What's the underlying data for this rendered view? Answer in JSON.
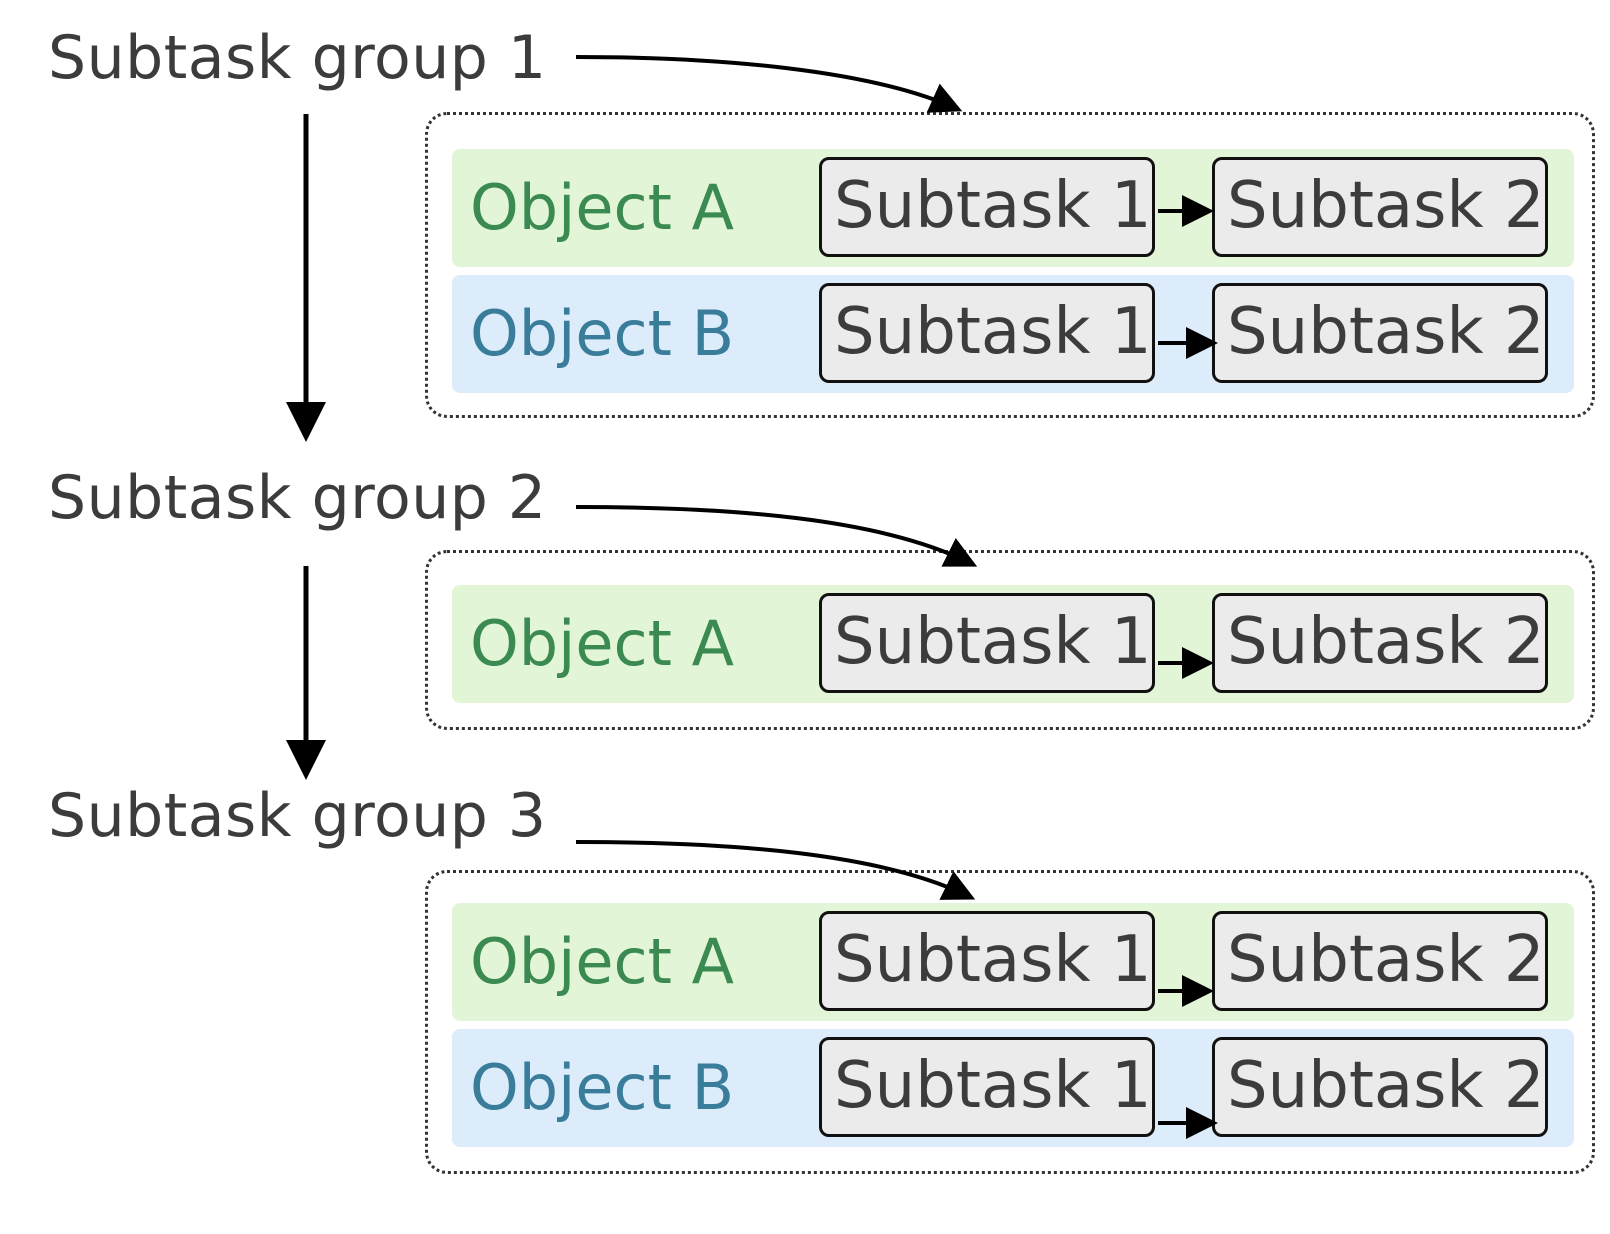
{
  "groups": [
    {
      "label": "Subtask group 1",
      "objects": [
        {
          "name": "Object A",
          "kind": "a",
          "tasks": [
            "Subtask 1",
            "Subtask 2"
          ]
        },
        {
          "name": "Object B",
          "kind": "b",
          "tasks": [
            "Subtask 1",
            "Subtask 2"
          ]
        }
      ]
    },
    {
      "label": "Subtask group 2",
      "objects": [
        {
          "name": "Object A",
          "kind": "a",
          "tasks": [
            "Subtask 1",
            "Subtask 2"
          ]
        }
      ]
    },
    {
      "label": "Subtask group 3",
      "objects": [
        {
          "name": "Object A",
          "kind": "a",
          "tasks": [
            "Subtask 1",
            "Subtask 2"
          ]
        },
        {
          "name": "Object B",
          "kind": "b",
          "tasks": [
            "Subtask 1",
            "Subtask 2"
          ]
        }
      ]
    }
  ],
  "colors": {
    "object_a_bg": "#e2f5d6",
    "object_a_text": "#3a8a52",
    "object_b_bg": "#dcecfa",
    "object_b_text": "#3a7d9b",
    "task_bg": "#ebebeb"
  }
}
